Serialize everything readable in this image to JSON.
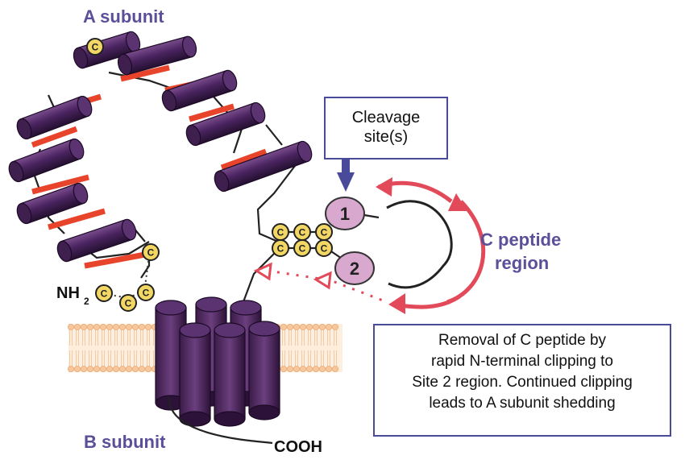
{
  "labels": {
    "a_subunit": "A subunit",
    "b_subunit": "B subunit",
    "nh2_main": "NH",
    "nh2_sub": "2",
    "cooh": "COOH",
    "c_peptide_line1": "C peptide",
    "c_peptide_line2": "region"
  },
  "cysteine_label": "C",
  "cleavage_sites": [
    "1",
    "2"
  ],
  "callouts": {
    "cleavage_line1": "Cleavage",
    "cleavage_line2": "site(s)",
    "removal_lines": [
      "Removal of C peptide by",
      "rapid N-terminal clipping to",
      "Site 2 region. Continued clipping",
      "leads to A subunit shedding"
    ]
  },
  "colors": {
    "helix": "#3e1f4e",
    "helix_highlight": "#7a4d8c",
    "strand": "#e8442c",
    "cysteine": "#f2d765",
    "site": "#d9a8cf",
    "arrow": "#e24a5a",
    "box_border": "#4a4a9a",
    "label_purple": "#5b4f9a",
    "membrane": "#f7c79c"
  }
}
